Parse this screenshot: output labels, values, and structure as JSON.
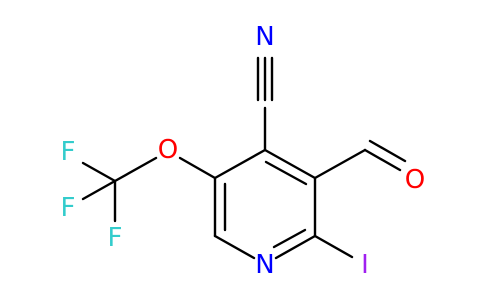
{
  "structure": {
    "atoms": [
      {
        "id": "N_nitrile",
        "label": "N",
        "color": "#0000ff"
      },
      {
        "id": "F1",
        "label": "F",
        "color": "#33cccc"
      },
      {
        "id": "F2",
        "label": "F",
        "color": "#33cccc"
      },
      {
        "id": "F3",
        "label": "F",
        "color": "#33cccc"
      },
      {
        "id": "O_ether",
        "label": "O",
        "color": "#ff0000"
      },
      {
        "id": "O_aldehyde",
        "label": "O",
        "color": "#ff0000"
      },
      {
        "id": "N_ring",
        "label": "N",
        "color": "#0000ff"
      },
      {
        "id": "I",
        "label": "I",
        "color": "#a020f0"
      }
    ],
    "bond_color": "#000000"
  }
}
